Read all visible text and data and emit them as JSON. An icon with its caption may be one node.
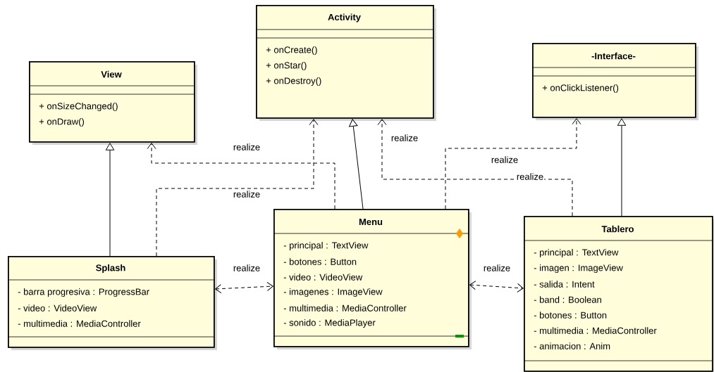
{
  "diagram": {
    "nodes": [
      {
        "text": [
          "Activity",
          "+ onCreate()",
          "+ onStar()",
          "+ onDestroy()"
        ]
      },
      {
        "text": [
          "View",
          "+ onSizeChanged()",
          "+ onDraw()"
        ]
      },
      {
        "text": [
          "-Interface-",
          "+ onClickListener()"
        ]
      },
      {
        "text": [
          "Menu",
          "- principal : TextView",
          "- botones : Button",
          "- video : VideoView",
          "- imagenes : ImageView",
          "- multimedia : MediaController",
          "- sonido : MediaPlayer"
        ]
      },
      {
        "text": [
          "Splash",
          "- barra progresiva : ProgressBar",
          "- video : VideoView",
          "- multimedia : MediaController"
        ]
      },
      {
        "text": [
          "Tablero",
          "- principal : TextView",
          "- imagen : ImageView",
          "- salida : Intent",
          "- band : Boolean",
          "- botones : Button",
          "- multimedia : MediaController",
          "- animacion : Anim"
        ]
      }
    ],
    "edges": [
      {
        "from": 4,
        "to": 1,
        "arrow": "to"
      },
      {
        "from": 3,
        "to": 1,
        "arrow": "to",
        "style": "dashed",
        "label": "realize"
      },
      {
        "from": 4,
        "to": 0,
        "arrow": "to",
        "style": "dashed",
        "label": "realize"
      },
      {
        "from": 3,
        "to": 0,
        "arrow": "to"
      },
      {
        "from": 3,
        "to": 2,
        "arrow": "to",
        "style": "dashed",
        "label": "realize"
      },
      {
        "from": 5,
        "to": 0,
        "arrow": "to",
        "style": "dashed",
        "label": "realize"
      },
      {
        "from": 5,
        "to": 2,
        "arrow": "to"
      },
      {
        "from": 4,
        "to": 3,
        "arrow": "both",
        "style": "dashed",
        "label": "realize"
      },
      {
        "from": 3,
        "to": 5,
        "arrow": "both",
        "style": "dashed",
        "label": "realize"
      }
    ],
    "labels": [
      "realize"
    ]
  }
}
